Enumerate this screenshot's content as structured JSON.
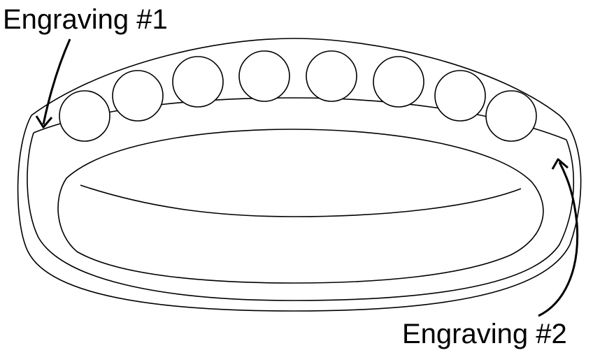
{
  "labels": {
    "engraving_1": "Engraving #1",
    "engraving_2": "Engraving #2"
  },
  "stone_count": 8,
  "colors": {
    "line": "#000000",
    "background": "#ffffff"
  }
}
